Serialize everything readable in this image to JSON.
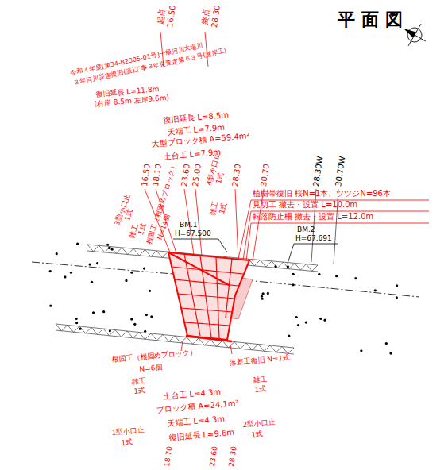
{
  "diagram": {
    "title": "平面図",
    "labels": [
      "起点",
      "16.50",
      "終点",
      "28.30",
      "令和４年度[第34-B2305-01号]一級河川大場川",
      "３年河川災害復旧(派)工事３年災査定第６３号(護岸工)",
      "復旧延長 L=11.8m",
      "(右岸 8.5m 左岸9.6m)",
      "復旧延長 L=8.5m",
      "天端工 L=7.9m",
      "大型ブロック積 A=59.4m²",
      "土台工 L=7.9m",
      "16.50",
      "18.10",
      "23.60",
      "25.00",
      "28.30",
      "30.70",
      "28.30W",
      "30.70W",
      "3型小口止",
      "1式",
      "雑工",
      "1式",
      "根固工（根固めブロック）",
      "N=14個",
      "4型小口止",
      "1式",
      "雑工",
      "1式",
      "植樹帯復旧 桜N=1本、ツツジN=96本",
      "見切工 撤去・設置 L=10.0m",
      "転落防止柵 撤去・設置 L=12.0m",
      "BM.1",
      "H=67.500",
      "BM.2",
      "H=67.691",
      "根固工（根固めブロック）",
      "N=6個",
      "落差工復旧 N=1式",
      "雑工",
      "1式",
      "雑工",
      "1式",
      "土台工 L=4.3m",
      "ブロック積 A=24.1m²",
      "天端工 L=4.3m",
      "1型小口止",
      "1式",
      "2型小口止",
      "1式",
      "復旧延長 L=9.6m",
      "18.70",
      "23.60",
      "28.30"
    ]
  }
}
